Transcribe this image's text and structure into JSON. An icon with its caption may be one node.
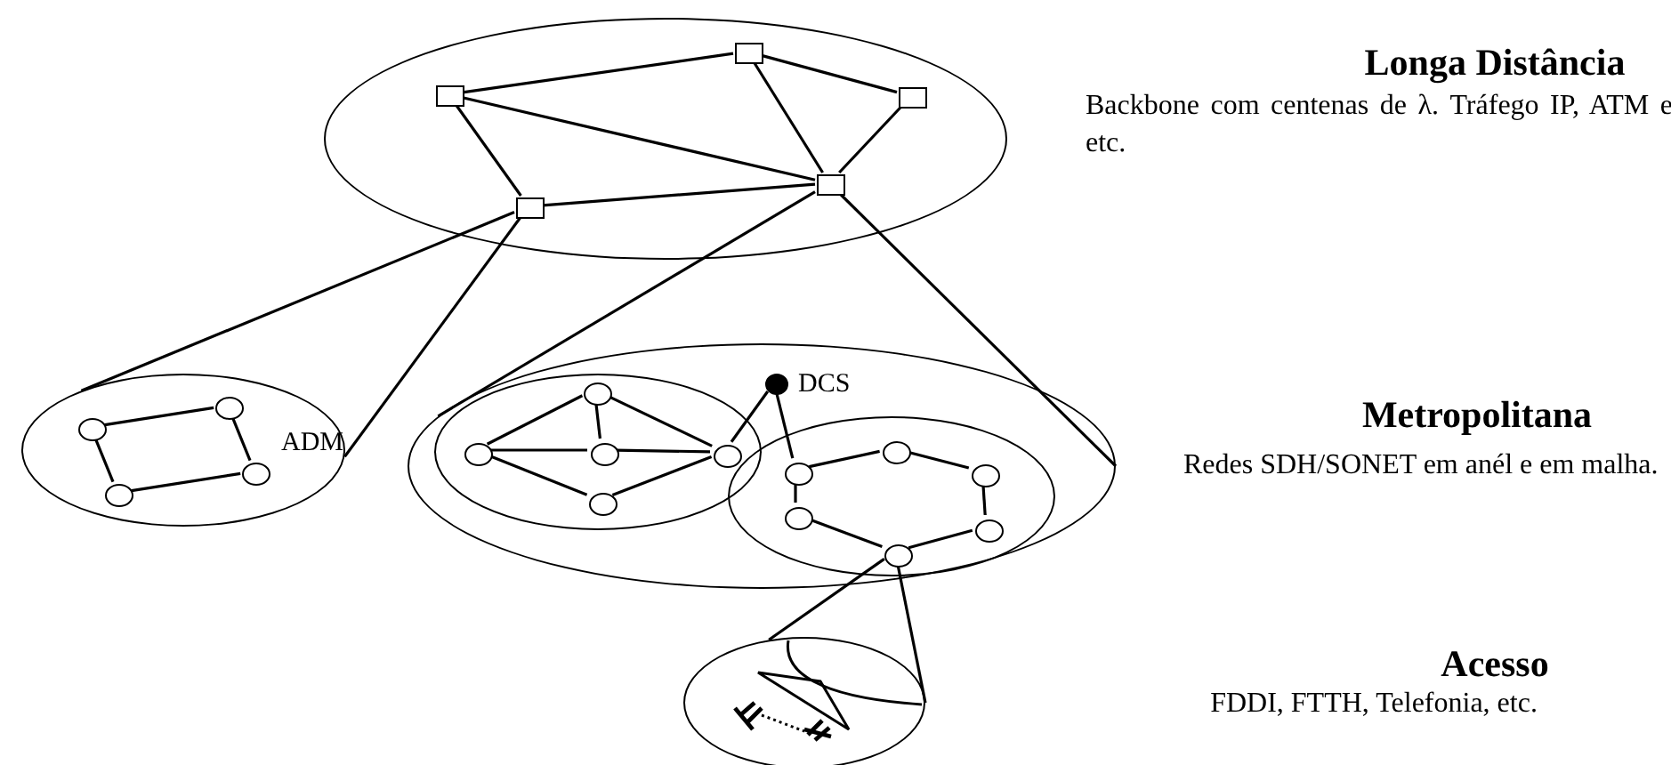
{
  "diagram": {
    "nodes": [
      {
        "text": [],
        "shape": "ellipse"
      },
      {
        "text": [],
        "shape": "box",
        "in": 0
      },
      {
        "text": [],
        "shape": "box",
        "in": 0
      },
      {
        "text": [],
        "shape": "box",
        "in": 0
      },
      {
        "text": [],
        "shape": "box",
        "in": 0
      },
      {
        "text": [],
        "shape": "box",
        "in": 0
      },
      {
        "text": [],
        "shape": "ellipse"
      },
      {
        "text": [],
        "shape": "circle",
        "in": 6
      },
      {
        "text": [],
        "shape": "circle",
        "in": 6
      },
      {
        "text": [],
        "shape": "circle",
        "in": 6,
        "beside": [
          "ADM"
        ]
      },
      {
        "text": [],
        "shape": "circle",
        "in": 6
      },
      {
        "text": [],
        "shape": "ellipse"
      },
      {
        "text": [],
        "shape": "ellipse",
        "in": 11
      },
      {
        "text": [],
        "shape": "circle",
        "in": 12
      },
      {
        "text": [],
        "shape": "circle",
        "in": 12
      },
      {
        "text": [],
        "shape": "circle",
        "in": 12
      },
      {
        "text": [],
        "shape": "circle",
        "in": 12
      },
      {
        "text": [],
        "shape": "circle",
        "in": 12
      },
      {
        "text": [],
        "shape": "circle",
        "in": 11,
        "beside": [
          "DCS"
        ]
      },
      {
        "text": [],
        "shape": "ellipse",
        "in": 11
      },
      {
        "text": [],
        "shape": "circle",
        "in": 19
      },
      {
        "text": [],
        "shape": "circle",
        "in": 19
      },
      {
        "text": [],
        "shape": "circle",
        "in": 19
      },
      {
        "text": [],
        "shape": "circle",
        "in": 19
      },
      {
        "text": [],
        "shape": "circle",
        "in": 19
      },
      {
        "text": [],
        "shape": "circle",
        "in": 19
      },
      {
        "text": [],
        "shape": "ellipse"
      }
    ],
    "edges": [
      {
        "from": 1,
        "to": 2,
        "arrow": "none"
      },
      {
        "from": 2,
        "to": 3,
        "arrow": "none"
      },
      {
        "from": 2,
        "to": 4,
        "arrow": "none"
      },
      {
        "from": 3,
        "to": 4,
        "arrow": "none"
      },
      {
        "from": 1,
        "to": 4,
        "arrow": "none"
      },
      {
        "from": 1,
        "to": 5,
        "arrow": "none"
      },
      {
        "from": 5,
        "to": 4,
        "arrow": "none"
      },
      {
        "from": 5,
        "to": 6,
        "arrow": "none"
      },
      {
        "from": 5,
        "to": 6,
        "arrow": "none"
      },
      {
        "from": 4,
        "to": 11,
        "arrow": "none"
      },
      {
        "from": 4,
        "to": 11,
        "arrow": "none"
      },
      {
        "from": 7,
        "to": 8,
        "arrow": "none"
      },
      {
        "from": 8,
        "to": 9,
        "arrow": "none"
      },
      {
        "from": 9,
        "to": 10,
        "arrow": "none"
      },
      {
        "from": 10,
        "to": 7,
        "arrow": "none"
      },
      {
        "from": 13,
        "to": 14,
        "arrow": "none"
      },
      {
        "from": 13,
        "to": 15,
        "arrow": "none"
      },
      {
        "from": 13,
        "to": 16,
        "arrow": "none"
      },
      {
        "from": 14,
        "to": 15,
        "arrow": "none"
      },
      {
        "from": 14,
        "to": 17,
        "arrow": "none"
      },
      {
        "from": 15,
        "to": 17,
        "arrow": "none"
      },
      {
        "from": 16,
        "to": 17,
        "arrow": "none"
      },
      {
        "from": 17,
        "to": 18,
        "arrow": "none"
      },
      {
        "from": 18,
        "to": 20,
        "arrow": "none"
      },
      {
        "from": 20,
        "to": 21,
        "arrow": "none"
      },
      {
        "from": 21,
        "to": 22,
        "arrow": "none"
      },
      {
        "from": 22,
        "to": 23,
        "arrow": "none"
      },
      {
        "from": 23,
        "to": 24,
        "arrow": "none"
      },
      {
        "from": 24,
        "to": 25,
        "arrow": "none"
      },
      {
        "from": 25,
        "to": 20,
        "arrow": "none"
      },
      {
        "from": 24,
        "to": 26,
        "arrow": "none"
      },
      {
        "from": 24,
        "to": 26,
        "arrow": "none"
      }
    ],
    "labels": [
      "Longa Distância",
      "Backbone com centenas de λ. Tráfego IP, ATM e etc.",
      "Metropolitana",
      "Redes SDH/SONET em anél e em malha.",
      "Acesso",
      "FDDI, FTTH, Telefonia, etc."
    ]
  }
}
